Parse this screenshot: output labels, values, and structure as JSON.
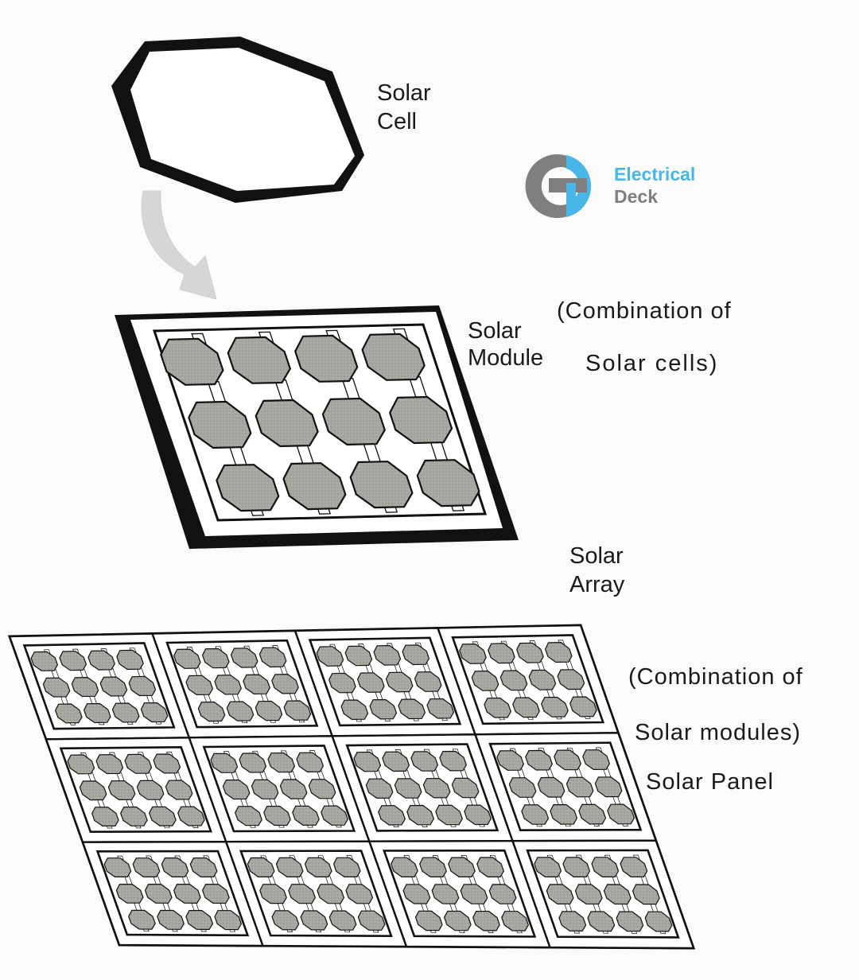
{
  "labels": {
    "cell_line1": "Solar",
    "cell_line2": "Cell",
    "module_line1": "Solar",
    "module_line2": "Module",
    "module_desc_line1": "(Combination of",
    "module_desc_line2": "Solar cells)",
    "array_line1": "Solar",
    "array_line2": "Array",
    "panel_desc_line1": "(Combination of",
    "panel_desc_line2": "Solar modules)",
    "panel": "Solar Panel"
  },
  "watermark": {
    "line1": "Electrical",
    "line2": "Deck",
    "colors": {
      "blue": "#49b6e8",
      "gray": "#7f7f7f"
    }
  },
  "colors": {
    "line": "#111111",
    "cell_fill": "#a9a9a4",
    "arrow": "#d6d6d6"
  },
  "structure": {
    "module_cells": {
      "rows": 3,
      "cols": 4
    },
    "panel_modules": {
      "rows": 3,
      "cols": 4
    }
  }
}
